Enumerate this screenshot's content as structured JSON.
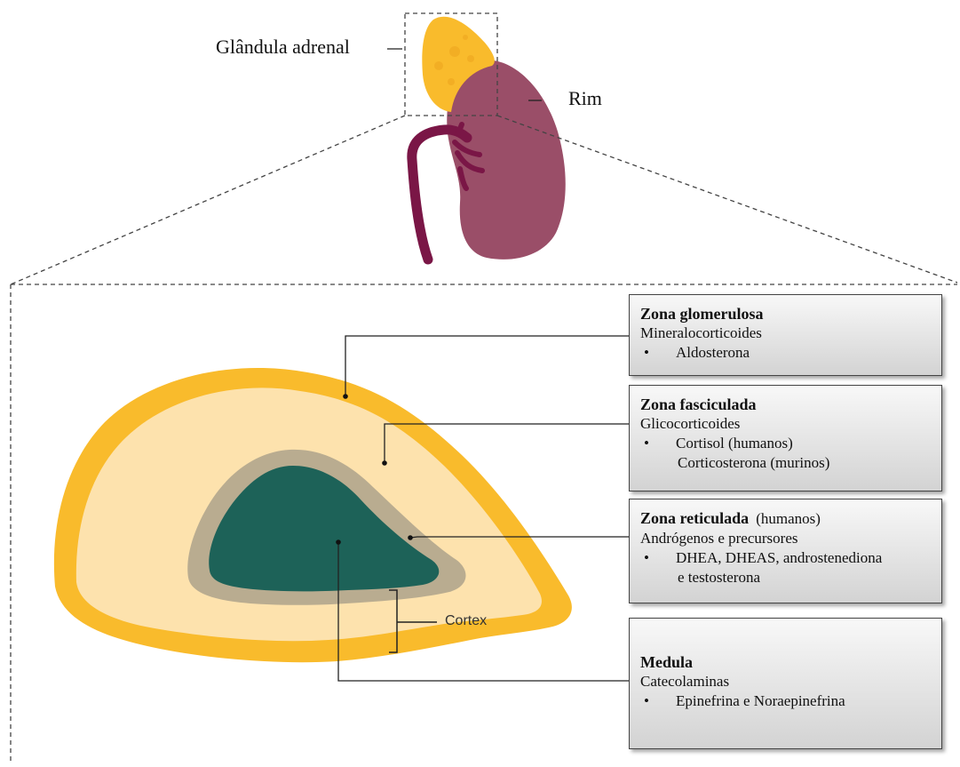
{
  "labels": {
    "adrenal_gland": "Glândula adrenal",
    "kidney": "Rim",
    "cortex": "Cortex"
  },
  "zones": [
    {
      "title": "Zona glomerulosa",
      "note": "",
      "hormone_class": "Mineralocorticoides",
      "items": [
        "Aldosterona"
      ],
      "item_extra": ""
    },
    {
      "title": "Zona fasciculada",
      "note": "",
      "hormone_class": "Glicocorticoides",
      "items": [
        "Cortisol (humanos)"
      ],
      "item_extra": "Corticosterona (murinos)"
    },
    {
      "title": "Zona reticulada",
      "note": "(humanos)",
      "hormone_class": "Andrógenos e precursores",
      "items": [
        "DHEA, DHEAS, androstenediona"
      ],
      "item_extra": "e testosterona"
    },
    {
      "title": "Medula",
      "note": "",
      "hormone_class": "Catecolaminas",
      "items": [
        "Epinefrina e Noraepinefrina"
      ],
      "item_extra": ""
    }
  ],
  "bullet": "•",
  "colors": {
    "kidney": "#9a4e68",
    "vessel": "#7a1646",
    "adrenal_outer": "#f9bb2c",
    "fasciculata": "#fde2ad",
    "reticularis": "#b9ac90",
    "medulla": "#1d6258"
  }
}
